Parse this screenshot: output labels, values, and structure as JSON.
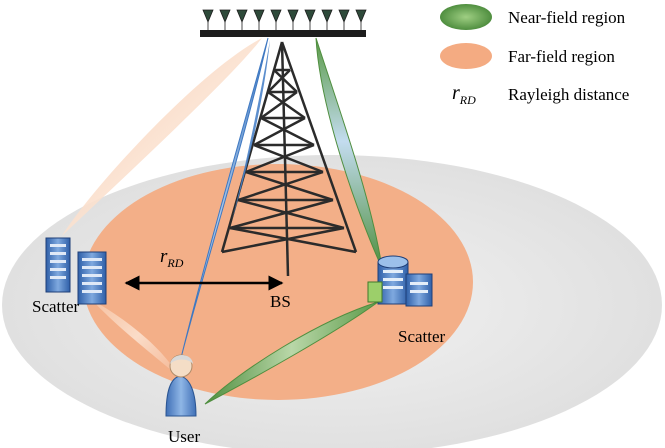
{
  "legend": {
    "near_field_label": "Near-field region",
    "far_field_label": "Far-field region",
    "rd_symbol": "r",
    "rd_subscript": "RD",
    "rd_label": "Rayleigh distance"
  },
  "labels": {
    "bs": "BS",
    "scatter_left": "Scatter",
    "scatter_right": "Scatter",
    "user": "User",
    "rd_symbol": "r",
    "rd_subscript": "RD"
  },
  "colors": {
    "near_field": "#5c9a4a",
    "far_field": "#f4b08a",
    "outer_region": "#e6e6e6",
    "beam_blue": "#4f86c6",
    "tower": "#2b2b2b"
  },
  "icons": {
    "antenna_array": "antenna-array-icon",
    "tower": "tower-icon",
    "user": "user-icon",
    "scatter_left": "server-building-icon",
    "scatter_right": "office-building-icon"
  }
}
